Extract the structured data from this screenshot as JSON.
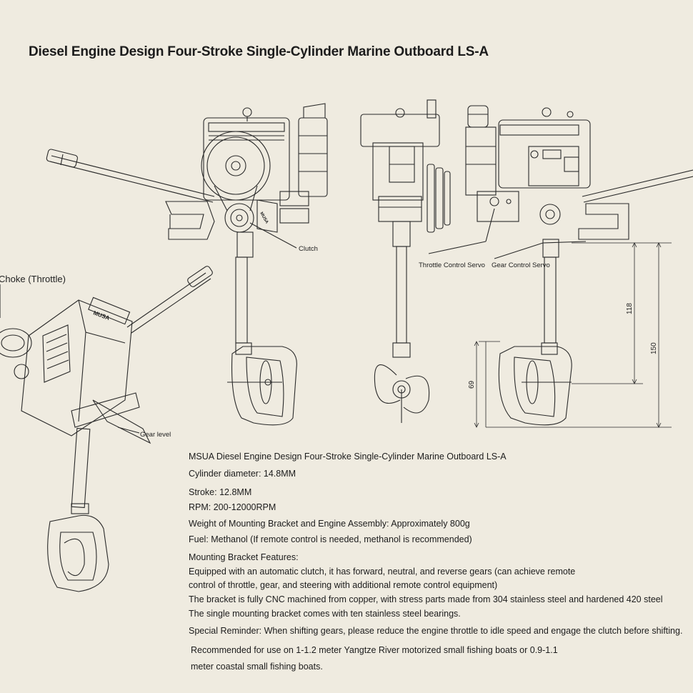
{
  "title": "Diesel Engine Design Four-Stroke  Single-Cylinder Marine Outboard LS-A",
  "labels": {
    "clutch": "Clutch",
    "throttle_servo": "Throttle Control Servo",
    "gear_servo": "Gear Control Servo",
    "choke": "Choke (Throttle)",
    "gear_level": "Gear level",
    "badge": "MUSA",
    "badge2": "MUSA"
  },
  "dimensions": {
    "d118": "118",
    "d150": "150",
    "d69": "69"
  },
  "specs": {
    "heading": "MSUA Diesel Engine Design Four-Stroke Single-Cylinder Marine Outboard LS-A",
    "cylinder": "Cylinder diameter: 14.8MM",
    "stroke": "Stroke: 12.8MM",
    "rpm": "RPM: 200-12000RPM",
    "weight": "Weight of Mounting Bracket and Engine Assembly: Approximately 800g",
    "fuel": "Fuel: Methanol (If remote control is needed, methanol is recommended)",
    "features_heading": "Mounting Bracket Features:",
    "feature1a": "Equipped with an automatic clutch, it has forward, neutral, and reverse gears (can achieve remote",
    "feature1b": "control of throttle, gear, and steering with additional remote control equipment)",
    "feature2": "The bracket is fully CNC machined from copper, with stress parts made from 304 stainless steel and hardened 420 steel",
    "feature3": "The single mounting bracket comes with ten stainless steel bearings.",
    "reminder": "Special Reminder: When shifting gears, please reduce the engine throttle to idle speed and engage the clutch before shifting.",
    "recommend1": "Recommended for use on 1-1.2 meter Yangtze River motorized small fishing boats or 0.9-1.1",
    "recommend2": "meter coastal small fishing boats."
  },
  "colors": {
    "background": "#efebe0",
    "line": "#2a2a2a"
  }
}
